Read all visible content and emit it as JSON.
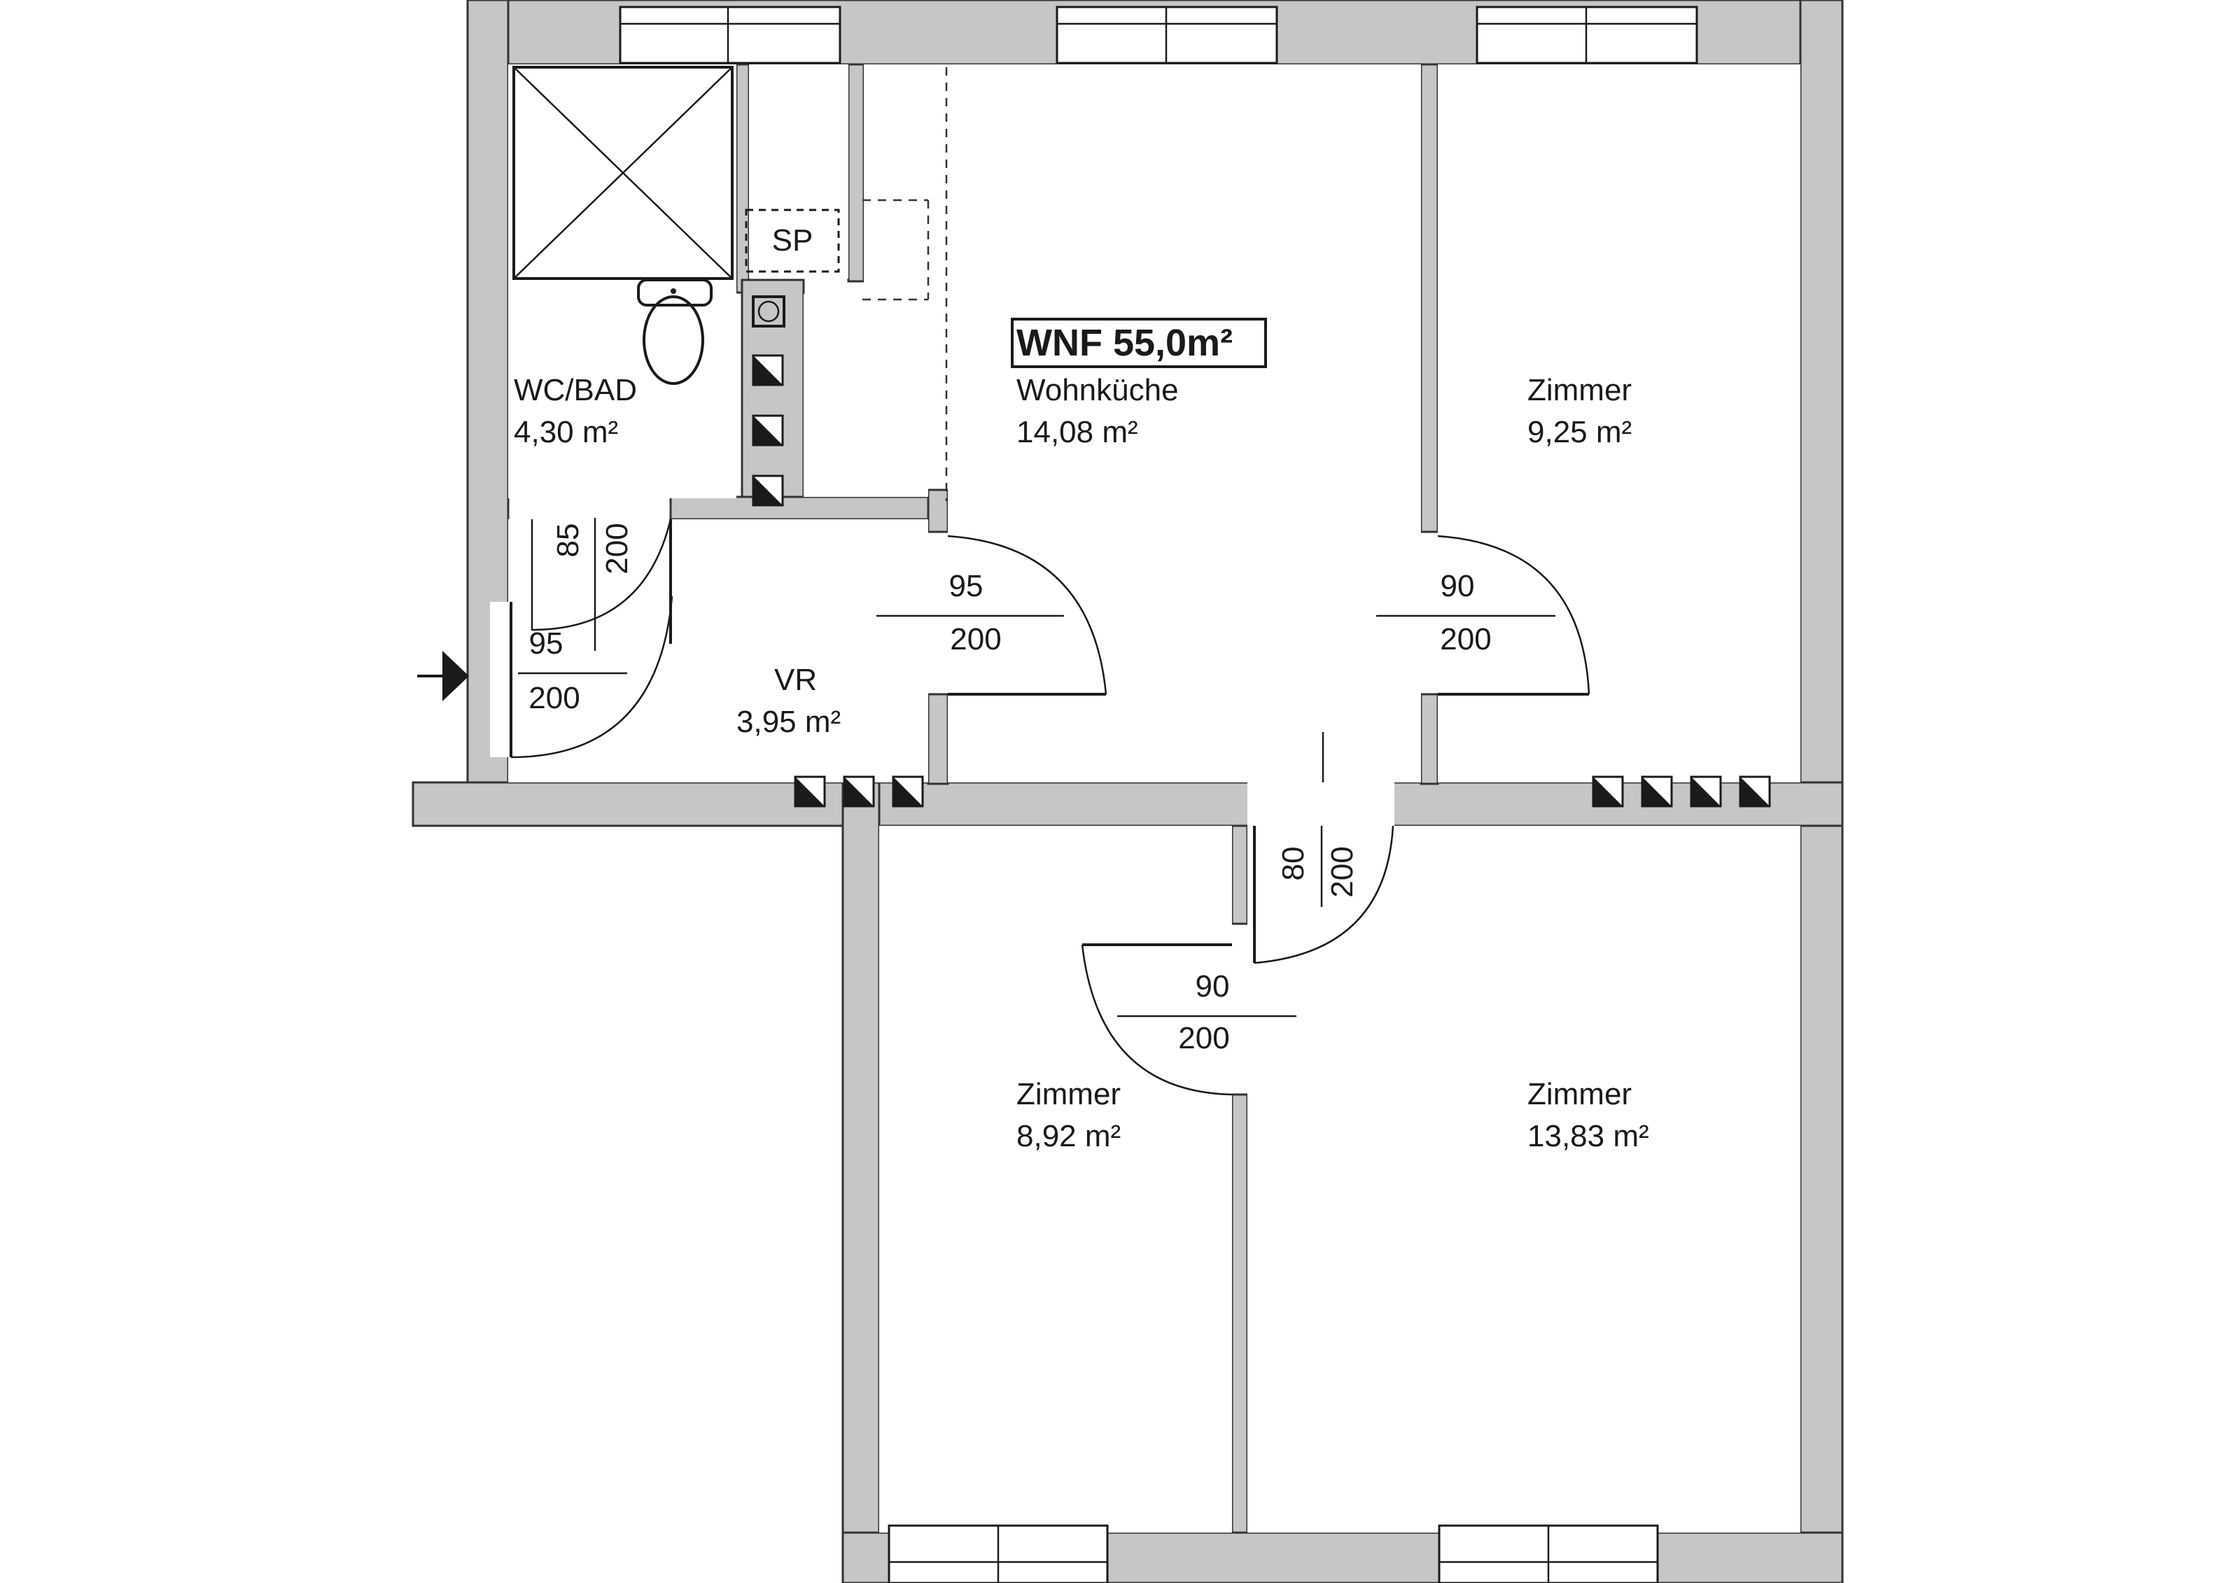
{
  "plan": {
    "total_label": "WNF 55,0m²",
    "rooms": [
      {
        "id": "wc-bad",
        "name": "WC/BAD",
        "area": "4,30 m²"
      },
      {
        "id": "wohnkueche",
        "name": "Wohnküche",
        "area": "14,08 m²"
      },
      {
        "id": "zimmer-ne",
        "name": "Zimmer",
        "area": "9,25 m²"
      },
      {
        "id": "vr",
        "name": "VR",
        "area": "3,95 m²"
      },
      {
        "id": "zimmer-sw",
        "name": "Zimmer",
        "area": "8,92 m²"
      },
      {
        "id": "zimmer-se",
        "name": "Zimmer",
        "area": "13,83 m²"
      }
    ],
    "storage_label": "SP",
    "doors": [
      {
        "id": "door-bath",
        "width": "85",
        "height": "200"
      },
      {
        "id": "door-entry",
        "width": "95",
        "height": "200"
      },
      {
        "id": "door-kitchen",
        "width": "95",
        "height": "200"
      },
      {
        "id": "door-zimmer-ne",
        "width": "90",
        "height": "200"
      },
      {
        "id": "door-closet",
        "width": "80",
        "height": "200"
      },
      {
        "id": "door-zimmer-sw",
        "width": "90",
        "height": "200"
      }
    ]
  }
}
